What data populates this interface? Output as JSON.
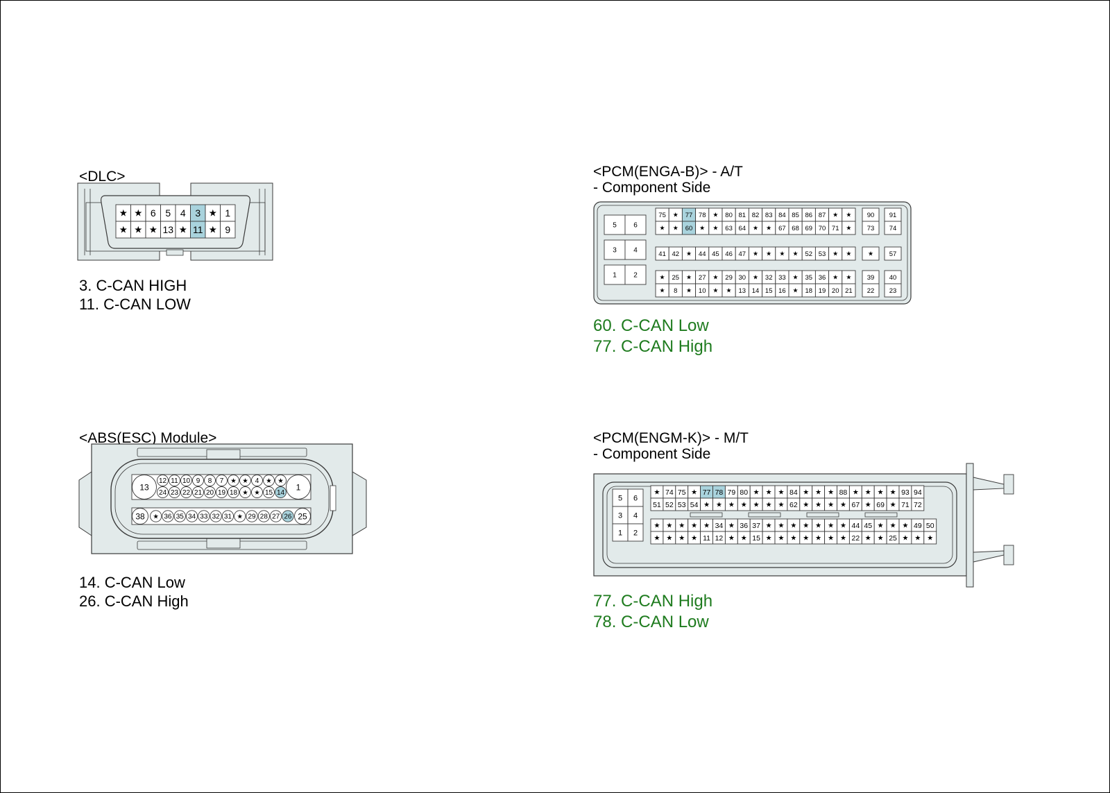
{
  "colors": {
    "housing": "#e2eaea",
    "outline": "#3a3a3a",
    "cell": "#ffffff",
    "highlight": "#a9d3dd",
    "note_green": "#1e7b1e"
  },
  "dlc": {
    "title": "<DLC>",
    "rows": [
      [
        "★",
        "★",
        "6",
        "5",
        "4",
        "3",
        "★",
        "1"
      ],
      [
        "★",
        "★",
        "★",
        "13",
        "★",
        "11",
        "★",
        "9"
      ]
    ],
    "highlight": [
      "3",
      "11"
    ],
    "notes": [
      "3. C-CAN HIGH",
      "11. C-CAN LOW"
    ]
  },
  "abs": {
    "title": "<ABS(ESC) Module>",
    "big_left_top": "13",
    "big_right_top": "1",
    "row1": [
      "12",
      "11",
      "10",
      "9",
      "8",
      "7",
      "★",
      "★",
      "4",
      "★",
      "★"
    ],
    "row2": [
      "24",
      "23",
      "22",
      "21",
      "20",
      "19",
      "18",
      "★",
      "★",
      "15",
      "14"
    ],
    "big_left_bottom": "38",
    "big_right_bottom": "25",
    "row3": [
      "★",
      "36",
      "35",
      "34",
      "33",
      "32",
      "31",
      "★",
      "29",
      "28",
      "27",
      "26"
    ],
    "highlight": [
      "14",
      "26"
    ],
    "notes": [
      "14. C-CAN Low",
      "26. C-CAN High"
    ]
  },
  "pcm_at": {
    "title": "<PCM(ENGA-B)> - A/T",
    "subtitle": "- Component Side",
    "left_blocks": [
      [
        "5",
        "6"
      ],
      [
        "3",
        "4"
      ],
      [
        "1",
        "2"
      ]
    ],
    "main_top": [
      [
        "75",
        "★",
        "77",
        "78",
        "★",
        "80",
        "81",
        "82",
        "83",
        "84",
        "85",
        "86",
        "87",
        "★",
        "★"
      ],
      [
        "★",
        "★",
        "60",
        "★",
        "★",
        "63",
        "64",
        "★",
        "★",
        "67",
        "68",
        "69",
        "70",
        "71",
        "★"
      ]
    ],
    "main_mid": [
      "41",
      "42",
      "★",
      "44",
      "45",
      "46",
      "47",
      "★",
      "★",
      "★",
      "★",
      "52",
      "53",
      "★",
      "★"
    ],
    "main_bottom": [
      [
        "★",
        "25",
        "★",
        "27",
        "★",
        "29",
        "30",
        "★",
        "32",
        "33",
        "★",
        "35",
        "36",
        "★",
        "★"
      ],
      [
        "★",
        "8",
        "★",
        "10",
        "★",
        "★",
        "13",
        "14",
        "15",
        "16",
        "★",
        "18",
        "19",
        "20",
        "21"
      ]
    ],
    "side_a": [
      [
        "90",
        "73"
      ],
      [
        "★"
      ],
      [
        "39",
        "22"
      ]
    ],
    "side_b": [
      [
        "91",
        "74"
      ],
      [
        "57"
      ],
      [
        "40",
        "23"
      ]
    ],
    "highlight": [
      "77",
      "60"
    ],
    "notes": [
      "60. C-CAN Low",
      "77. C-CAN High"
    ]
  },
  "pcm_mt": {
    "title": "<PCM(ENGM-K)> - M/T",
    "subtitle": "- Component Side",
    "left_blocks": [
      [
        "5",
        "6"
      ],
      [
        "3",
        "4"
      ],
      [
        "1",
        "2"
      ]
    ],
    "top_rows": [
      [
        "★",
        "74",
        "75",
        "★",
        "77",
        "78",
        "79",
        "80",
        "★",
        "★",
        "★",
        "84",
        "★",
        "★",
        "★",
        "88",
        "★",
        "★",
        "★",
        "★",
        "93",
        "94"
      ],
      [
        "51",
        "52",
        "53",
        "54",
        "★",
        "★",
        "★",
        "★",
        "★",
        "★",
        "★",
        "62",
        "★",
        "★",
        "★",
        "★",
        "67",
        "★",
        "69",
        "★",
        "71",
        "72"
      ]
    ],
    "bottom_rows": [
      [
        "★",
        "★",
        "★",
        "★",
        "★",
        "34",
        "★",
        "36",
        "37",
        "★",
        "★",
        "★",
        "★",
        "★",
        "★",
        "★",
        "44",
        "45",
        "★",
        "★",
        "★",
        "49",
        "50"
      ],
      [
        "★",
        "★",
        "★",
        "★",
        "11",
        "12",
        "★",
        "★",
        "15",
        "★",
        "★",
        "★",
        "★",
        "★",
        "★",
        "★",
        "22",
        "★",
        "★",
        "25",
        "★",
        "★",
        "★"
      ]
    ],
    "highlight": [
      "77",
      "78"
    ],
    "notes": [
      "77. C-CAN High",
      "78. C-CAN Low"
    ]
  }
}
